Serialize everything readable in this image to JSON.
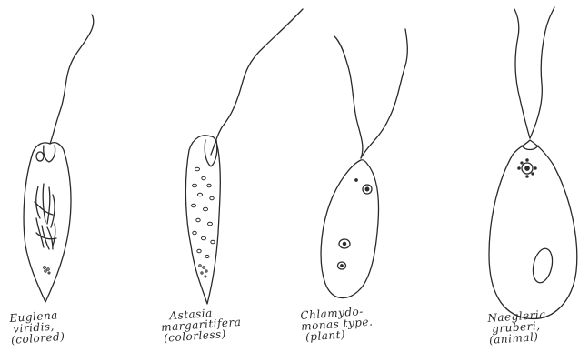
{
  "figure": {
    "organisms": [
      {
        "id": "euglena",
        "label_lines": [
          "Euglena",
          "viridis,",
          "(colored)"
        ]
      },
      {
        "id": "astasia",
        "label_lines": [
          "Astasia",
          "margaritifera",
          "(colorless)"
        ]
      },
      {
        "id": "chlamydomonas",
        "label_lines": [
          "Chlamydo-",
          "monas type.",
          "(plant)"
        ]
      },
      {
        "id": "naegleria",
        "label_lines": [
          "Naegleria",
          "gruberi,",
          "(animal)"
        ]
      }
    ],
    "ink_color": "#2a2a2a",
    "background": "#ffffff"
  }
}
